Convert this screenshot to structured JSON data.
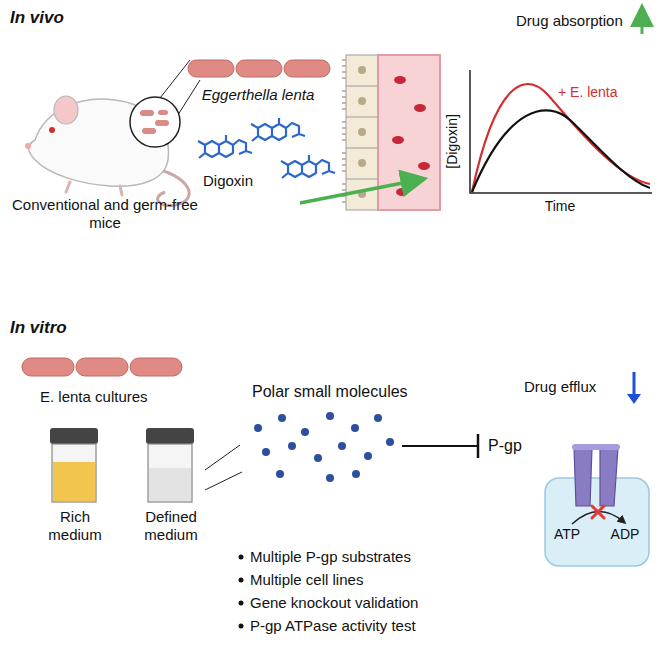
{
  "diagram": {
    "nodes": [
      {
        "text": [
          "ATP",
          "ADP"
        ]
      }
    ],
    "labels": [
      "In vivo",
      "Eggerthella lenta",
      "Digoxin",
      "Conventional and germ-free mice",
      "Drug absorption",
      "+ E. lenta",
      "[Digoxin]",
      "Time",
      "In vitro",
      "E. lenta cultures",
      "Rich medium",
      "Defined medium",
      "Polar small molecules",
      "P-gp",
      "Drug efflux",
      "Multiple P-gp substrates",
      "Multiple cell lines",
      "Gene knockout validation",
      "P-gp ATPase activity test"
    ]
  }
}
